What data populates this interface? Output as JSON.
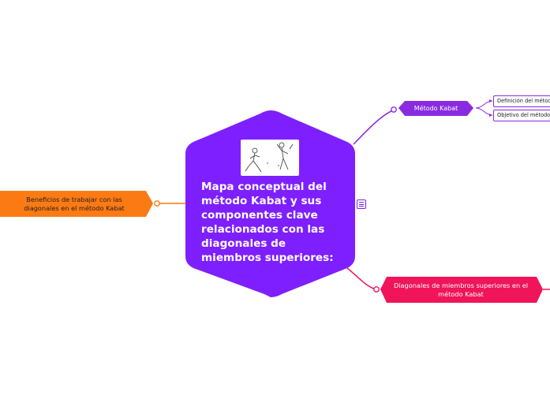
{
  "central": {
    "title": "Mapa conceptual del método Kabat y sus componentes clave relacionados con las diagonales de miembros superiores:",
    "image_icon": "kabat-exercise-illustration",
    "notes_icon": "notes-icon",
    "color": "#7e1fff"
  },
  "branches": {
    "metodo_kabat": {
      "label": "Método Kabat",
      "color": "#8a2be2",
      "children": [
        "Definición del método",
        "Objetivo del método"
      ]
    },
    "diagonales": {
      "label": "Diagonales de miembros superiores en el método Kabat",
      "color": "#f0145a"
    },
    "beneficios": {
      "label": "Beneficios de trabajar con las diagonales en el método Kabat",
      "color": "#fc7a13"
    }
  }
}
